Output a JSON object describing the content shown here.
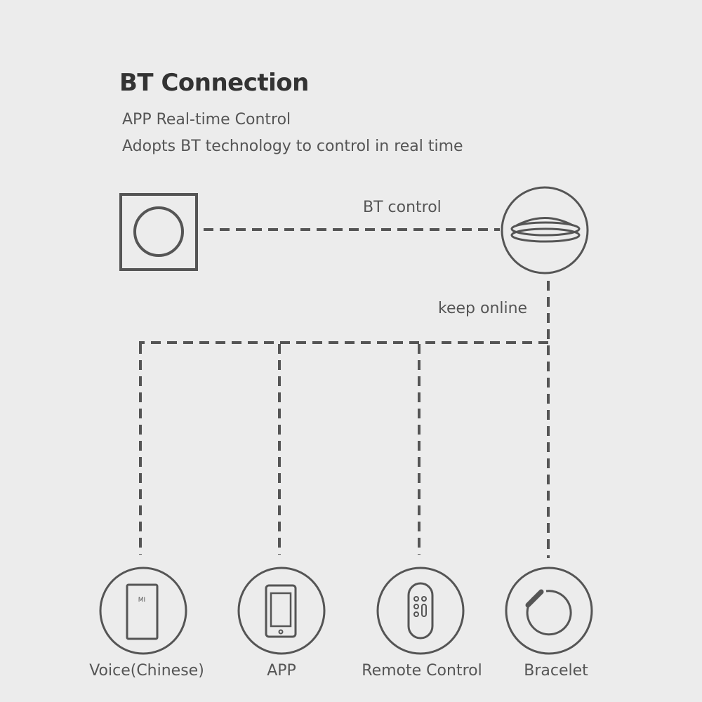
{
  "header": {
    "title": "BT Connection",
    "subtitle_1": "APP Real-time Control",
    "subtitle_2": "Adopts BT technology to control in real time"
  },
  "links": {
    "bt_control": "BT control",
    "keep_online": "keep online"
  },
  "devices": [
    {
      "label": "Voice(Chinese)",
      "icon": "xiaomi-speaker-icon"
    },
    {
      "label": "APP",
      "icon": "smartphone-icon"
    },
    {
      "label": "Remote Control",
      "icon": "remote-control-icon"
    },
    {
      "label": "Bracelet",
      "icon": "bracelet-icon"
    }
  ],
  "speaker_logo": "MI",
  "colors": {
    "background": "#ececec",
    "line": "#555555",
    "text": "#444444"
  }
}
